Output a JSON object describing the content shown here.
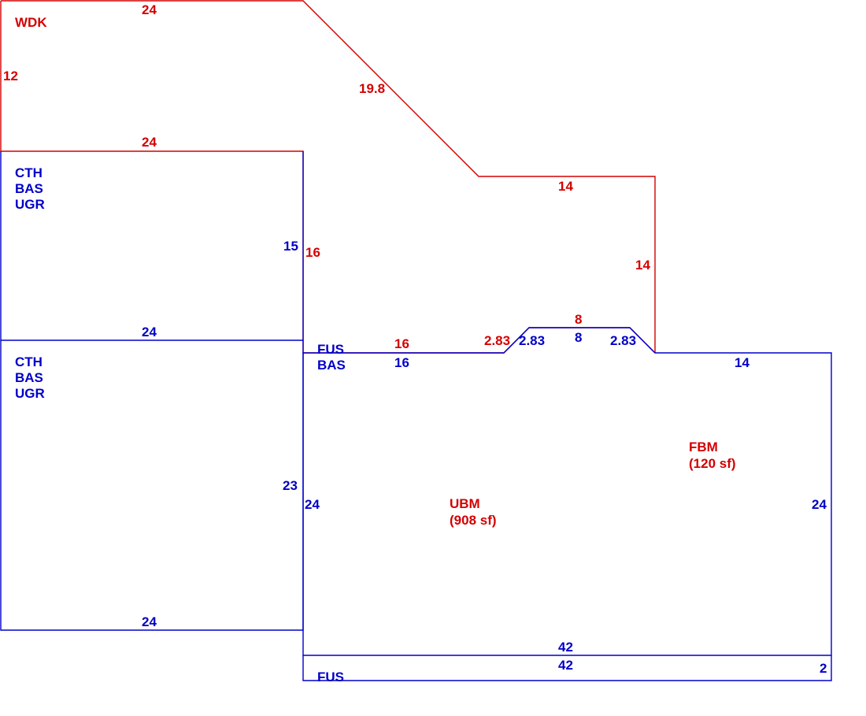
{
  "colors": {
    "red": "#d40000",
    "blue": "#0000c8",
    "background": "#ffffff"
  },
  "areas": {
    "wdk": {
      "code": "WDK"
    },
    "cth_upper": {
      "line1": "CTH",
      "line2": "BAS",
      "line3": "UGR"
    },
    "cth_lower": {
      "line1": "CTH",
      "line2": "BAS",
      "line3": "UGR"
    },
    "fus_bas": {
      "line1": "FUS",
      "line2": "BAS"
    },
    "fus_bottom": {
      "code": "FUS"
    },
    "ubm": {
      "code": "UBM",
      "area": "(908 sf)"
    },
    "fbm": {
      "code": "FBM",
      "area": "(120 sf)"
    }
  },
  "dimensions": {
    "wdk_top": "24",
    "wdk_left": "12",
    "wdk_diagonal": "19.8",
    "wdk_bottom": "24",
    "red_right_16": "16",
    "red_upper_14": "14",
    "red_right_14": "14",
    "red_lower_16": "16",
    "red_diag_283": "2.83",
    "red_top_8": "8",
    "blue_right_15": "15",
    "cth_mid_24": "24",
    "blue_upper_16": "16",
    "blue_diag_283_left": "2.83",
    "blue_top_8": "8",
    "blue_diag_283_right": "2.83",
    "blue_right_14": "14",
    "blue_right_23": "23",
    "blue_left_24": "24",
    "blue_far_right_24": "24",
    "cth_bottom_24": "24",
    "blue_bottom_42_upper": "42",
    "blue_bottom_42_lower": "42",
    "blue_right_2": "2"
  }
}
